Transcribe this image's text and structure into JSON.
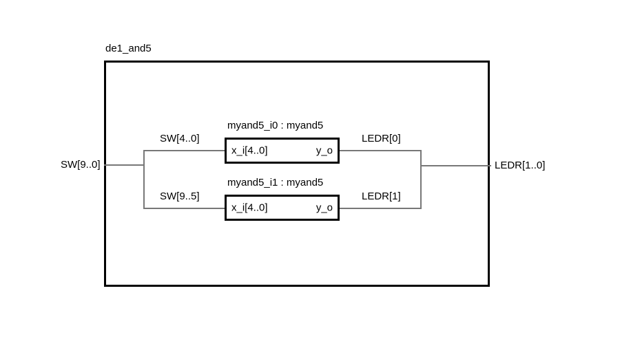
{
  "diagram": {
    "title": "de1_and5",
    "top_block": {
      "label": "de1_and5"
    },
    "instances": [
      {
        "label": "myand5_i0 : myand5",
        "input_port": "x_i[4..0]",
        "output_port": "y_o"
      },
      {
        "label": "myand5_i1 : myand5",
        "input_port": "x_i[4..0]",
        "output_port": "y_o"
      }
    ],
    "ports": {
      "input_bus": "SW[9..0]",
      "output_bus": "LEDR[1..0]"
    },
    "nets": {
      "input_branch_top": "SW[4..0]",
      "input_branch_bottom": "SW[9..5]",
      "output_branch_top": "LEDR[0]",
      "output_branch_bottom": "LEDR[1]"
    },
    "colors": {
      "block_border": "#000000",
      "wire": "#777777",
      "background": "#ffffff",
      "text": "#000000"
    }
  }
}
